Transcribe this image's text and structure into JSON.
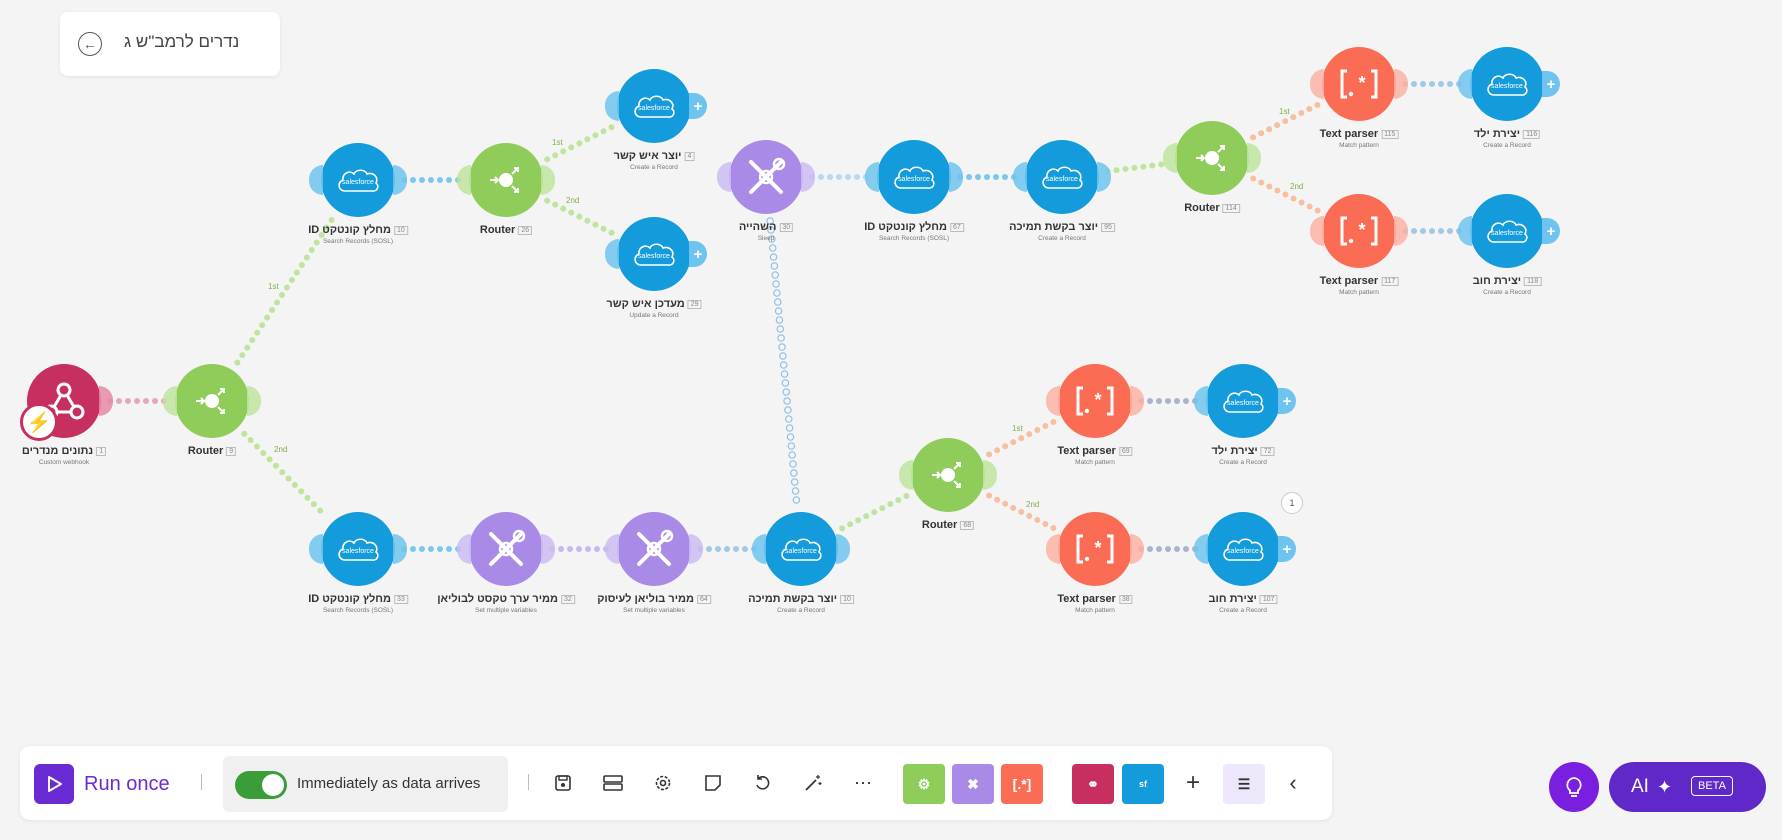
{
  "scenario": {
    "name": "נדרים לרמב\"ש ג"
  },
  "nodes": {
    "webhook": {
      "title": "נתונים מנדרים",
      "id": "1",
      "subtitle": "Custom webhook"
    },
    "router_main": {
      "title": "Router",
      "id": "9"
    },
    "sf_search_top": {
      "title": "ID מחלץ קונטקט",
      "id": "10",
      "subtitle": "Search Records (SOSL)"
    },
    "router_top": {
      "title": "Router",
      "id": "26"
    },
    "sf_create_contact": {
      "title": "יוצר איש קשר",
      "id": "4",
      "subtitle": "Create a Record"
    },
    "sf_update_contact": {
      "title": "מעדכן איש קשר",
      "id": "29",
      "subtitle": "Update a Record"
    },
    "sleep": {
      "title": "השהייה",
      "id": "30",
      "subtitle": "Sleep"
    },
    "sf_search_mid": {
      "title": "ID מחלץ קונטקט",
      "id": "67",
      "subtitle": "Search Records (SOSL)"
    },
    "sf_create_case_top": {
      "title": "יוצר בקשת תמיכה",
      "id": "95",
      "subtitle": "Create a Record"
    },
    "router_right_top": {
      "title": "Router",
      "id": "114"
    },
    "text_parser_1": {
      "title": "Text parser",
      "id": "115",
      "subtitle": "Match pattern"
    },
    "sf_child_top": {
      "title": "יצירת ילד",
      "id": "116",
      "subtitle": "Create a Record"
    },
    "text_parser_2": {
      "title": "Text parser",
      "id": "117",
      "subtitle": "Match pattern"
    },
    "sf_debt_top": {
      "title": "יצירת חוב",
      "id": "118",
      "subtitle": "Create a Record"
    },
    "sf_search_bottom": {
      "title": "ID מחלץ קונטקט",
      "id": "33",
      "subtitle": "Search Records (SOSL)"
    },
    "set_vars_1": {
      "title": "ממיר ערך טקסט לבוליאן",
      "id": "32",
      "subtitle": "Set multiple variables"
    },
    "set_vars_2": {
      "title": "ממיר בוליאן לעיסוק",
      "id": "64",
      "subtitle": "Set multiple variables"
    },
    "sf_create_case_bottom": {
      "title": "יוצר בקשת תמיכה",
      "id": "10",
      "subtitle": "Create a Record"
    },
    "router_bottom": {
      "title": "Router",
      "id": "68"
    },
    "text_parser_3": {
      "title": "Text parser",
      "id": "69",
      "subtitle": "Match pattern"
    },
    "sf_child_bottom": {
      "title": "יצירת ילד",
      "id": "72",
      "subtitle": "Create a Record"
    },
    "text_parser_4": {
      "title": "Text parser",
      "id": "38",
      "subtitle": "Match pattern"
    },
    "sf_debt_bottom": {
      "title": "יצירת חוב",
      "id": "107",
      "subtitle": "Create a Record"
    }
  },
  "routes": {
    "first": "1st",
    "second": "2nd",
    "badge": "1"
  },
  "toolbar": {
    "run_label": "Run once",
    "schedule_label": "Immediately as data arrives",
    "schedule_enabled": true,
    "icons": [
      "save-icon",
      "export-icon",
      "settings-icon",
      "notes-icon",
      "undo-icon",
      "magic-wand-icon",
      "more-icon",
      "flow-control-tile",
      "tools-tile",
      "text-parser-tile",
      "webhooks-tile",
      "salesforce-tile",
      "add-icon",
      "checklist-icon",
      "collapse-icon"
    ]
  },
  "ai": {
    "label": "AI",
    "badge": "BETA"
  },
  "colors": {
    "salesforce": "#139bdb",
    "router": "#8fcc5a",
    "tools": "#a98ae6",
    "text_parser": "#fa6d54",
    "webhook": "#c7305e",
    "accent": "#6b2bd4"
  }
}
